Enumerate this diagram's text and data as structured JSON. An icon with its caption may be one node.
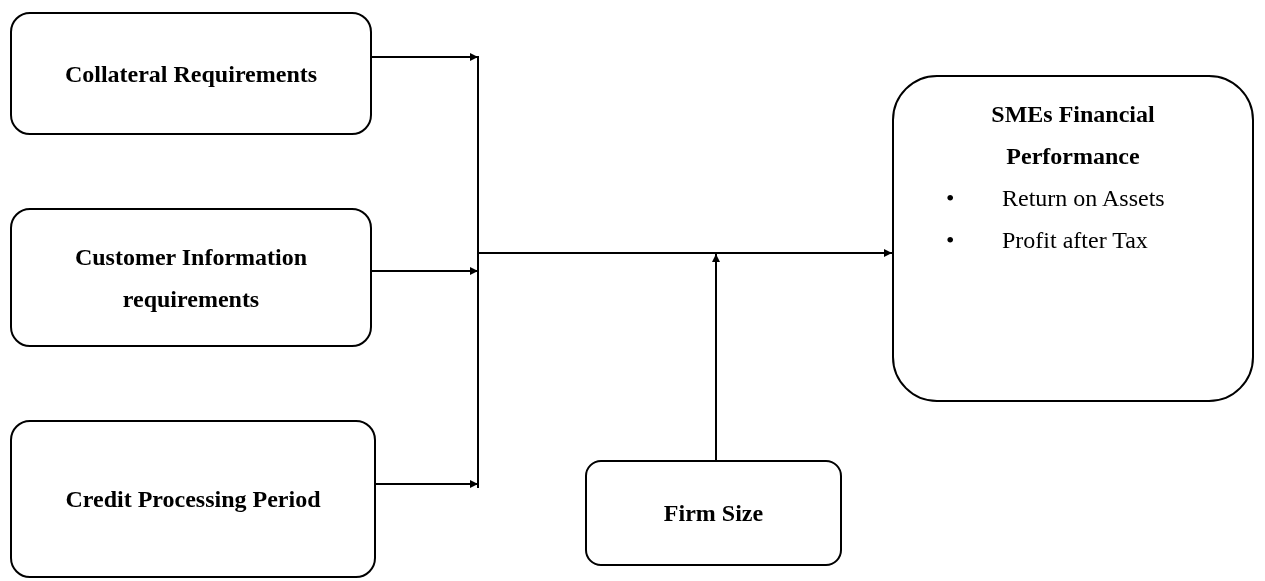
{
  "diagram": {
    "nodes": [
      {
        "text": [
          "Collateral Requirements"
        ]
      },
      {
        "text": [
          "Customer Information requirements"
        ]
      },
      {
        "text": [
          "Credit Processing Period"
        ]
      },
      {
        "text": [
          "SMEs Financial Performance",
          "Return on Assets",
          "Profit after Tax"
        ]
      },
      {
        "text": [
          "Firm Size"
        ]
      }
    ],
    "edges": [
      {
        "from": 0,
        "to": 3,
        "arrow": "to"
      },
      {
        "from": 1,
        "to": 3,
        "arrow": "to"
      },
      {
        "from": 2,
        "to": 3,
        "arrow": "to"
      },
      {
        "from": 4,
        "to": null,
        "arrow": "to"
      }
    ],
    "labels": [
      "•",
      "•"
    ]
  }
}
